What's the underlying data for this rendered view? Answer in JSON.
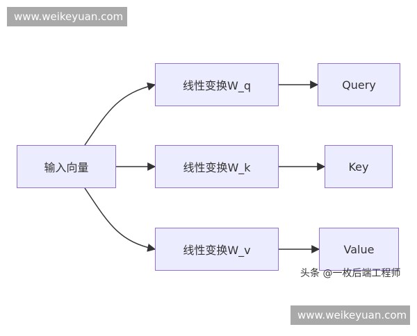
{
  "watermarks": {
    "top": "www.weikeyuan.com",
    "bottom": "www.weikeyuan.com"
  },
  "nodes": {
    "input": "输入向量",
    "wq": "线性变换W_q",
    "wk": "线性变换W_k",
    "wv": "线性变换W_v",
    "query": "Query",
    "key": "Key",
    "value": "Value"
  },
  "credit": "头条 @一枚后端工程师",
  "colors": {
    "node_fill": "#ececff",
    "node_border": "#9370db",
    "edge": "#333333",
    "watermark_bg": "#a9a9a9"
  }
}
